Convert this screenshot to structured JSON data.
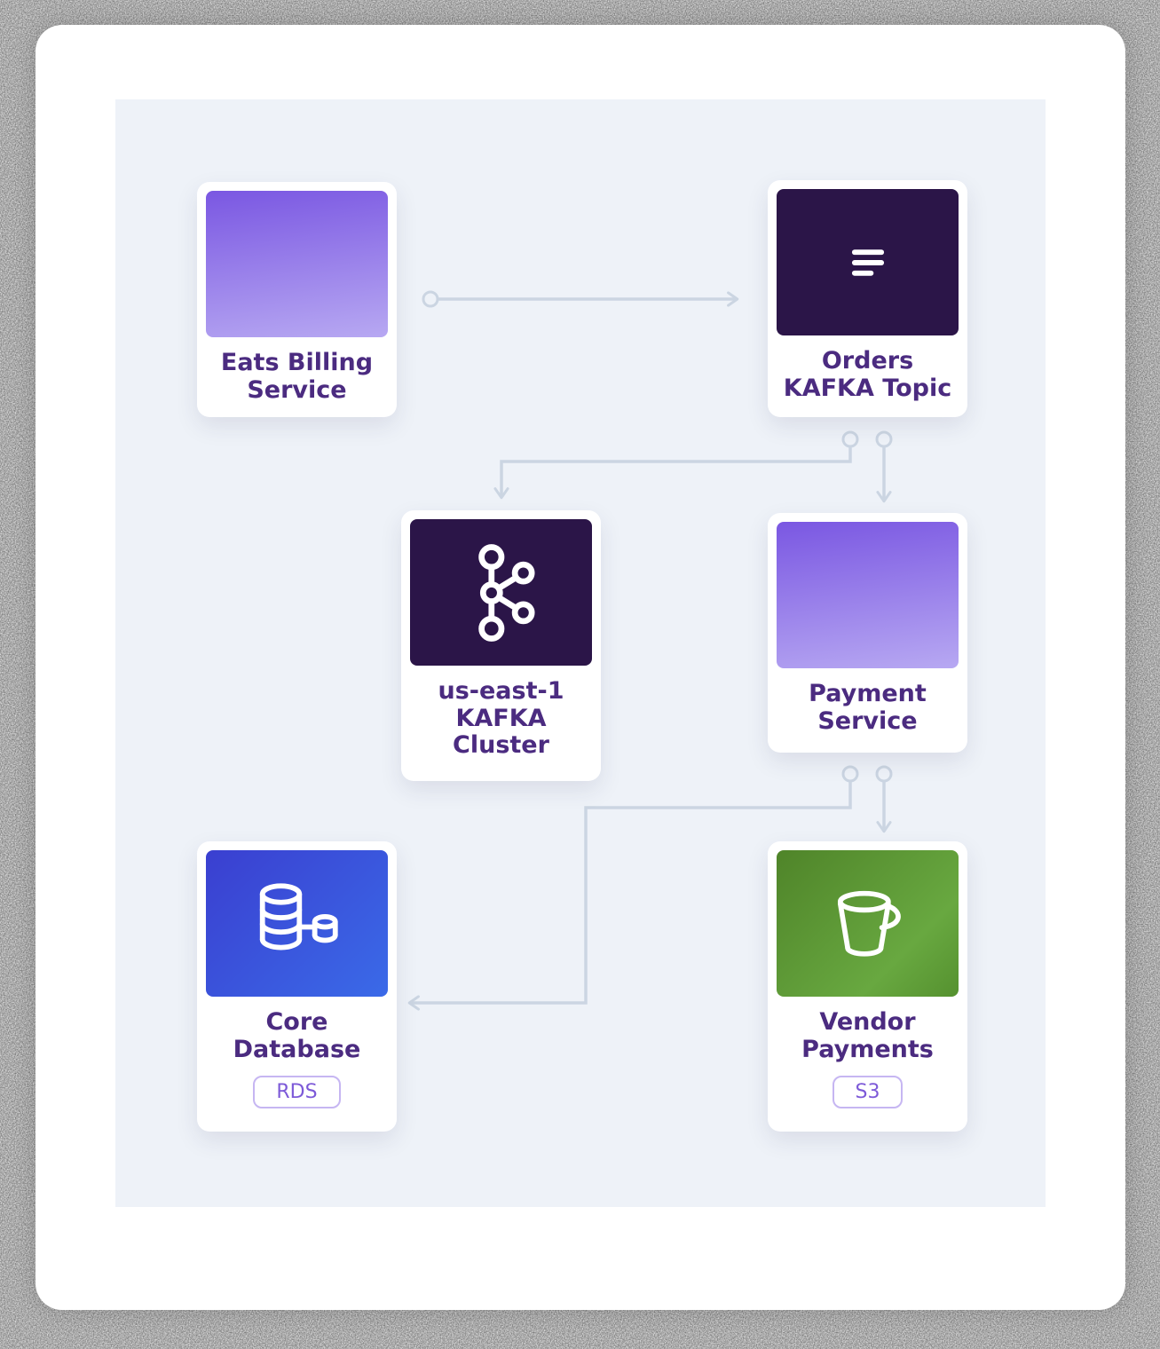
{
  "diagram": {
    "colors": {
      "canvas": "#eef2f8",
      "card": "#ffffff",
      "connector": "#cbd5e2",
      "label_text": "#4b2b80",
      "badge_text": "#7d5ad8",
      "tile_purple_gradient": [
        "#7a57e2",
        "#b7a8f2"
      ],
      "tile_dark_purple": "#2b1548",
      "tile_blue_gradient": [
        "#3a3fd0",
        "#3a6ae8"
      ],
      "tile_green_gradient": [
        "#4f8429",
        "#68a840"
      ]
    },
    "nodes": [
      {
        "id": "eats-billing-service",
        "lines": [
          "Eats Billing",
          "Service"
        ],
        "icon": "gradient-tile-icon"
      },
      {
        "id": "orders-kafka-topic",
        "lines": [
          "Orders",
          "KAFKA Topic"
        ],
        "icon": "menu-lines-icon"
      },
      {
        "id": "us-east-1-kafka-cluster",
        "lines": [
          "us-east-1",
          "KAFKA",
          "Cluster"
        ],
        "icon": "kafka-logo-icon"
      },
      {
        "id": "payment-service",
        "lines": [
          "Payment",
          "Service"
        ],
        "icon": "gradient-tile-icon"
      },
      {
        "id": "core-database",
        "lines": [
          "Core",
          "Database"
        ],
        "icon": "database-icon",
        "badge": "RDS"
      },
      {
        "id": "vendor-payments",
        "lines": [
          "Vendor",
          "Payments"
        ],
        "icon": "s3-bucket-icon",
        "badge": "S3"
      }
    ],
    "edges": [
      {
        "from": "eats-billing-service",
        "to": "orders-kafka-topic"
      },
      {
        "from": "orders-kafka-topic",
        "to": "us-east-1-kafka-cluster"
      },
      {
        "from": "orders-kafka-topic",
        "to": "payment-service"
      },
      {
        "from": "payment-service",
        "to": "vendor-payments"
      },
      {
        "from": "payment-service",
        "to": "core-database"
      }
    ]
  }
}
